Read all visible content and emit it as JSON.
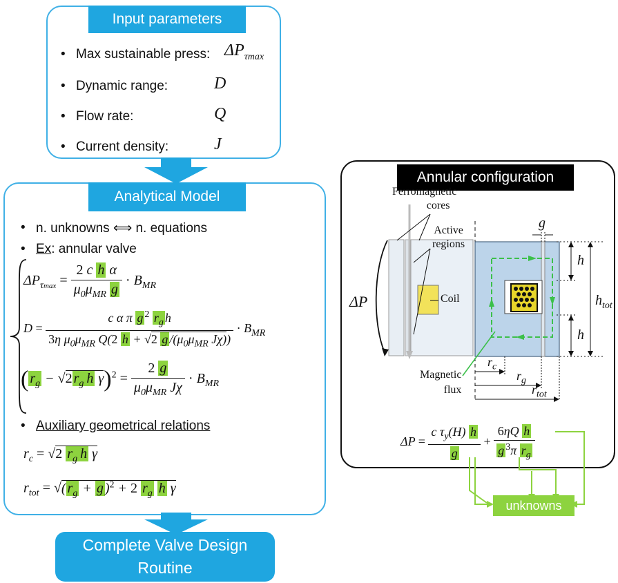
{
  "input": {
    "title": "Input parameters",
    "items": [
      {
        "label": "Max sustainable press:",
        "symbol": "ΔP",
        "sub": "τmax"
      },
      {
        "label": "Dynamic range:",
        "symbol": "D"
      },
      {
        "label": "Flow rate:",
        "symbol": "Q"
      },
      {
        "label": "Current density:",
        "symbol": "J"
      }
    ]
  },
  "model": {
    "title": "Analytical Model",
    "bullet1": "n. unknowns ⟺ n. equations",
    "bullet2_prefix": "Ex",
    "bullet2_rest": ": annular valve",
    "aux_title": "Auxiliary geometrical relations"
  },
  "output": {
    "line1": "Complete Valve Design",
    "line2": "Routine"
  },
  "annular": {
    "title": "Annular configuration",
    "labels": {
      "ferro": [
        "Ferromagnetic",
        "cores"
      ],
      "active": [
        "Active",
        "regions"
      ],
      "coil": "Coil",
      "magnetic": [
        "Magnetic",
        "flux"
      ],
      "deltaP": "ΔP",
      "g": "g",
      "h1": "h",
      "h2": "h",
      "htot": "h",
      "htot_sub": "tot",
      "rc": "r",
      "rc_sub": "c",
      "rg": "r",
      "rg_sub": "g",
      "rtot": "r",
      "rtot_sub": "tot"
    },
    "unknowns": "unknowns"
  },
  "colors": {
    "blue_header": "#1fa6e0",
    "blue_border": "#3fb0e6",
    "highlight": "#8dd33f",
    "flux": "#3cc04a"
  }
}
